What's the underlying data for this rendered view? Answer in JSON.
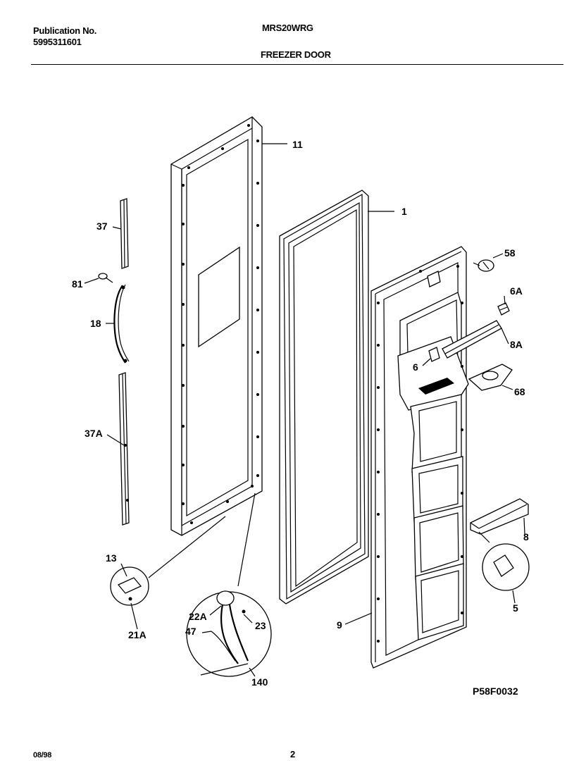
{
  "header": {
    "publication_label": "Publication No.",
    "publication_number": "5995311601",
    "model": "MRS20WRG",
    "section_title": "FREEZER DOOR"
  },
  "footer": {
    "date": "08/98",
    "page_number": "2",
    "diagram_code": "P58F0032"
  },
  "callouts": {
    "part_11": "11",
    "part_1": "1",
    "part_37": "37",
    "part_81": "81",
    "part_18": "18",
    "part_37A": "37A",
    "part_58": "58",
    "part_6A": "6A",
    "part_8A": "8A",
    "part_6": "6",
    "part_68": "68",
    "part_8": "8",
    "part_5": "5",
    "part_9": "9",
    "part_13": "13",
    "part_21A": "21A",
    "part_22A": "22A",
    "part_47": "47",
    "part_23": "23",
    "part_140": "140"
  }
}
